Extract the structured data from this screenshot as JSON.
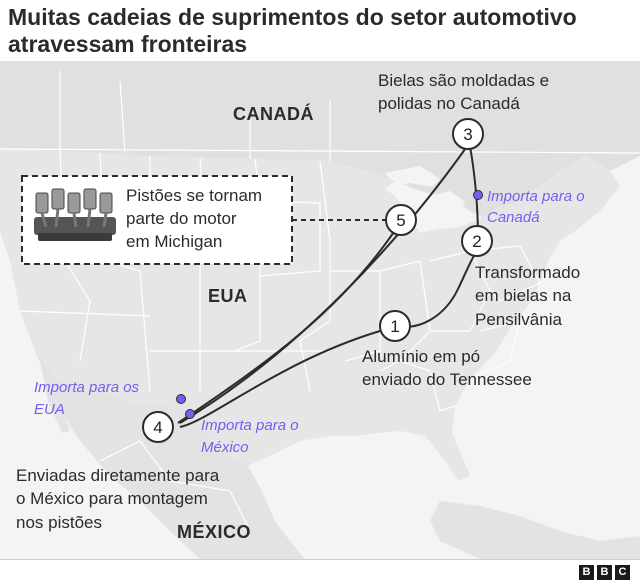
{
  "title": "Muitas cadeias de suprimentos do setor automotivo atravessam fronteiras",
  "countries": {
    "canada": "CANADÁ",
    "usa": "EUA",
    "mexico": "MÉXICO"
  },
  "steps": [
    {
      "number": "1",
      "text": [
        "Alumínio em pó",
        "enviado do Tennessee"
      ]
    },
    {
      "number": "2",
      "text": [
        "Transformado",
        "em bielas na",
        "Pensilvânia"
      ]
    },
    {
      "number": "3",
      "text": [
        "Bielas são moldadas e",
        "polidas no Canadá"
      ]
    },
    {
      "number": "4",
      "text": [
        "Enviadas diretamente para",
        "o México para montagem",
        "nos pistões"
      ]
    },
    {
      "number": "5",
      "text": [
        "Pistões se tornam",
        "parte do motor",
        "em Michigan"
      ]
    }
  ],
  "imports": {
    "canada": [
      "Importa para o",
      "Canadá"
    ],
    "mexico": [
      "Importa para o",
      "México"
    ],
    "usa": [
      "Importa para os",
      "EUA"
    ]
  },
  "colors": {
    "land": "#e3e3e3",
    "water": "#f3f3f3",
    "border": "#ffffff",
    "route": "#2b2b2b",
    "import_marker": "#7a5cf0",
    "import_text": "#7a5cf0"
  },
  "icons": {
    "engine": "pistons-icon"
  },
  "logo": "BBC"
}
